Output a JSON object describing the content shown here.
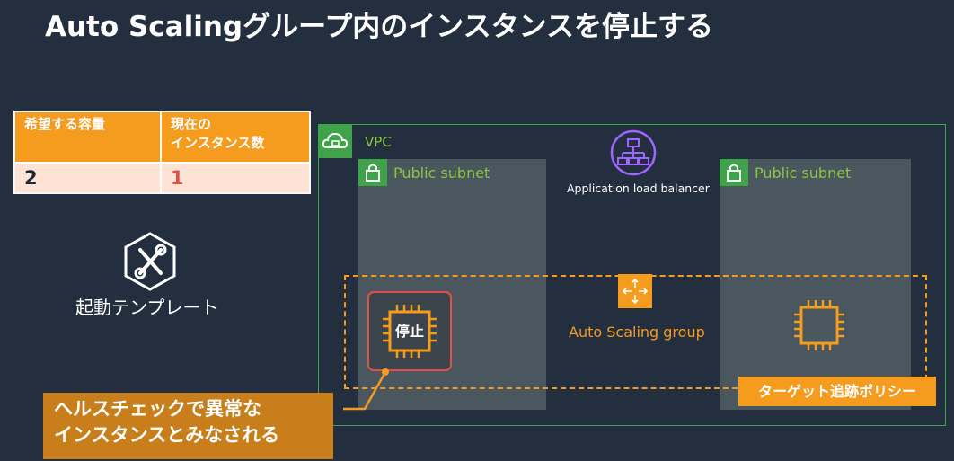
{
  "title": "Auto Scalingグループ内のインスタンスを停止する",
  "capacity_table": {
    "headers": [
      "希望する容量",
      "現在の\nインスタンス数"
    ],
    "header_lines": [
      [
        "希望する容量"
      ],
      [
        "現在の",
        "インスタンス数"
      ]
    ],
    "values": [
      "2",
      "1"
    ],
    "colors": {
      "header_bg": "#f59b1e",
      "cell_bg": "#fde3d3",
      "current_value": "#e0504a"
    }
  },
  "launch_template": {
    "label": "起動テンプレート",
    "icon": "tools-hexagon-icon"
  },
  "vpc": {
    "label": "VPC",
    "icon": "cloud-lock-icon"
  },
  "subnets": [
    {
      "label": "Public subnet",
      "icon": "lock-icon"
    },
    {
      "label": "Public subnet",
      "icon": "lock-icon"
    }
  ],
  "load_balancer": {
    "label": "Application load balancer",
    "icon": "network-tree-icon"
  },
  "auto_scaling_group": {
    "label": "Auto Scaling group",
    "icon": "auto-scaling-arrows-icon"
  },
  "instances": [
    {
      "state_label": "停止",
      "icon": "chip-icon",
      "status": "stopped"
    },
    {
      "icon": "chip-icon",
      "status": "running"
    }
  ],
  "policy": {
    "label": "ターゲット追跡ポリシー"
  },
  "callout": {
    "lines": [
      "ヘルスチェックで異常な",
      "インスタンスとみなされる"
    ]
  },
  "colors": {
    "background": "#232f3e",
    "accent_orange": "#f59b1e",
    "green": "#3fa34a",
    "alert_red": "#e0504a"
  }
}
